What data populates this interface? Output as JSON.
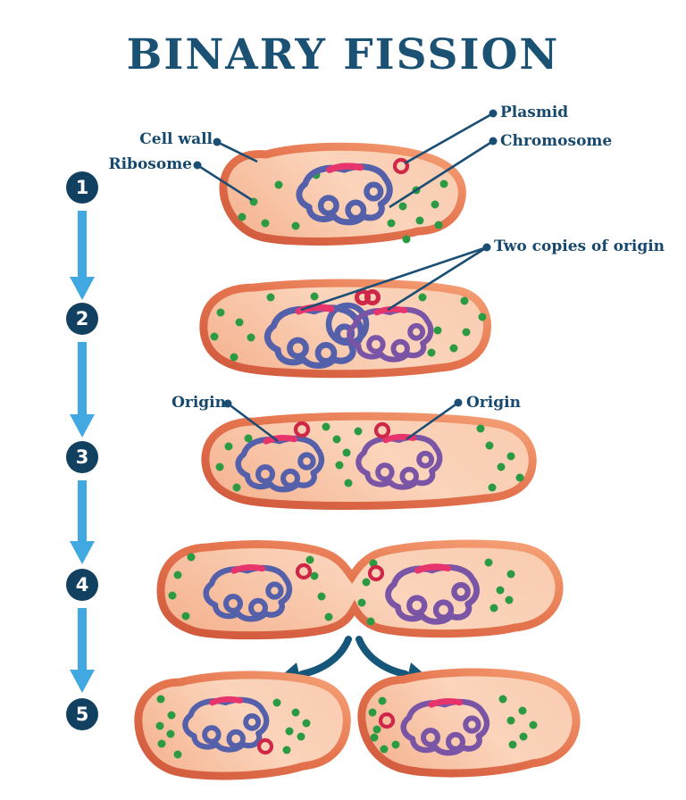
{
  "title": "BINARY FISSION",
  "steps": [
    {
      "number": "1"
    },
    {
      "number": "2"
    },
    {
      "number": "3"
    },
    {
      "number": "4"
    },
    {
      "number": "5"
    }
  ],
  "annotations": {
    "cell_wall": "Cell wall",
    "ribosome": "Ribosome",
    "plasmid": "Plasmid",
    "chromosome": "Chromosome",
    "two_copies_of_origin": "Two copies of origin",
    "origin_left": "Origin",
    "origin_right": "Origin"
  },
  "icons": {
    "flow_arrow": "down-arrow",
    "divide_arrow_left": "curved-arrow-down-left",
    "divide_arrow_right": "curved-arrow-down-right",
    "leader_dot": "label-bullet-dot"
  },
  "colors": {
    "title_text": "#1b5173",
    "label_text": "#17496e",
    "step_badge": "#124060",
    "flow_arrow": "#41a8e2",
    "divide_arrow": "#15567a",
    "leader_line": "#1b4e74",
    "cell_wall": "#dd6a49",
    "cytoplasm": "#f8c9ae",
    "ribosome_dot": "#2b9b43",
    "chromosome_blue": "#5560aa",
    "chromosome_purple": "#7a55a6",
    "origin_segment": "#e8346d",
    "plasmid_ring": "#cf2747"
  }
}
